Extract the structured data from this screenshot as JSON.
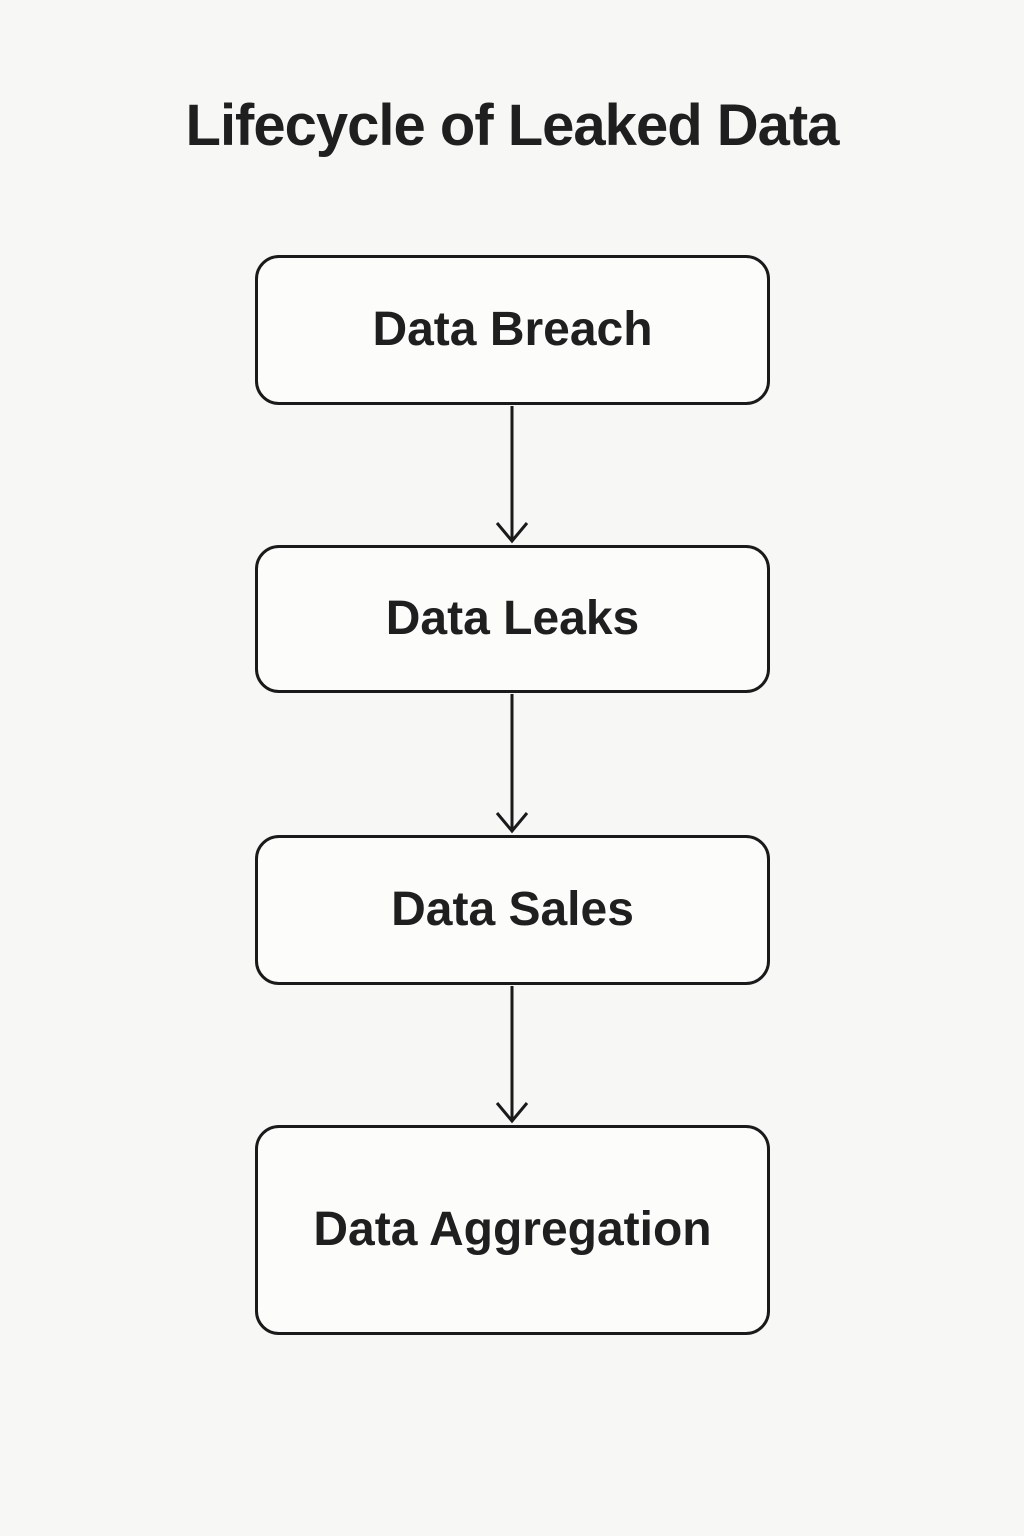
{
  "title": "Lifecycle of Leaked Data",
  "flowchart": {
    "type": "vertical-flow",
    "nodes": [
      {
        "label": "Data Breach"
      },
      {
        "label": "Data Leaks"
      },
      {
        "label": "Data Sales"
      },
      {
        "label": "Data Aggregation"
      }
    ],
    "connections": [
      {
        "from": "Data Breach",
        "to": "Data Leaks"
      },
      {
        "from": "Data Leaks",
        "to": "Data Sales"
      },
      {
        "from": "Data Sales",
        "to": "Data Aggregation"
      }
    ]
  },
  "colors": {
    "background": "#f7f7f5",
    "box_fill": "#fcfcfb",
    "box_border": "#1a1a1a",
    "text": "#1f1f1f",
    "arrow": "#1a1a1a"
  }
}
